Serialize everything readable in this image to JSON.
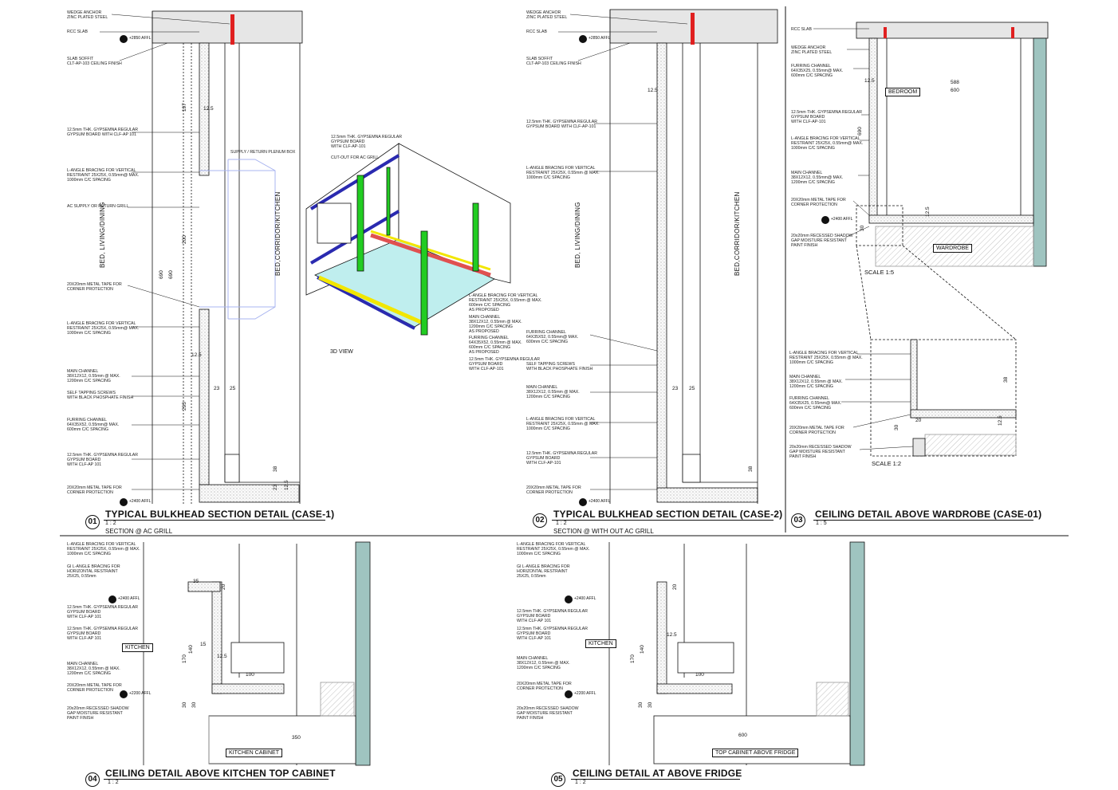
{
  "sheet": {
    "details": [
      {
        "number": "01",
        "title": "TYPICAL BULKHEAD SECTION DETAIL (CASE-1)",
        "scale": "1 : 2",
        "subtitle": "SECTION @ AC GRILL"
      },
      {
        "number": "02",
        "title": "TYPICAL BULKHEAD SECTION DETAIL (CASE-2)",
        "scale": "1 : 2",
        "subtitle": "SECTION @ WITH OUT AC GRILL"
      },
      {
        "number": "03",
        "title": "CEILING DETAIL ABOVE WARDROBE (CASE-01)",
        "scale": "1 : 5",
        "subtitle": ""
      },
      {
        "number": "04",
        "title": "CEILING DETAIL ABOVE KITCHEN TOP CABINET",
        "scale": "1 : 2",
        "subtitle": ""
      },
      {
        "number": "05",
        "title": "CEILING DETAIL AT ABOVE FRIDGE",
        "scale": "1 : 2",
        "subtitle": ""
      }
    ],
    "d1": {
      "labels": [
        "WEDGE ANCHOR\nZINC PLATED STEEL",
        "RCC SLAB",
        "SLAB SOFFIT\nCLT-AP-103 CEILING FINISH",
        "12.5mm THK. GYPSEMNA REGULAR\nGYPSUM BOARD WITH CLF-AP 101",
        "L-ANGLE BRACING FOR VERTICAL\nRESTRAINT 25X25X, 0.55mm@ MAX.\n1000mm C/C SPACING",
        "AC SUPPLY OR RETURN GRILL",
        "20X20mm METAL TAPE FOR\nCORNER PROTECTION",
        "L-ANGLE BRACING FOR VERTICAL\nRESTRAINT 25X25X, 0.55mm@ MAX.\n1000mm C/C SPACING",
        "MAIN CHANNEL\n38X12X12, 0.55mm @ MAX.\n1200mm C/C SPACING",
        "SELF TAPPING SCREWS\nWITH BLACK PHOSPHATE FINISH",
        "FURRING CHANNEL\n64X35X52, 0.55mm@ MAX.\n600mm C/C SPACING",
        "12.5mm THK. GYPSEMNA REGULAR\nGYPSUM BOARD\nWITH CLF-AP 101",
        "20X20mm METAL TAPE FOR\nCORNER PROTECTION"
      ],
      "level_top": "+2850 AFFL",
      "level_bottom": "+2400 AFFL",
      "plenum": "SUPPLY / RETURN PLENUM BOX",
      "left_room": "BED, LIVING/DINING",
      "right_room": "BED,CORRIDOR/KITCHEN",
      "dims": [
        "197",
        "12.5",
        "690",
        "690",
        "200",
        "12.5",
        "293",
        "23",
        "25",
        "38",
        "23",
        "12.5"
      ]
    },
    "iso": {
      "labels": [
        "12.5mm THK. GYPSEMNA REGULAR\nGYPSUM BOARD\nWITH CLF-AP-101",
        "CUT-OUT FOR AC GRILL",
        "L-ANGLE BRACING FOR VERTICAL\nRESTRAINT 25X25X, 0.55mm @ MAX.\n600mm C/C SPACING\nAS PROPOSED",
        "MAIN CHANNEL\n38X12X12, 0.55mm @ MAX.\n1200mm C/C SPACING\nAS PROPOSED",
        "FURRING CHANNEL\n64X35X52, 0.55mm @ MAX.\n600mm C/C SPACING\nAS PROPOSED",
        "12.5mm THK. GYPSEMNA REGULAR\nGYPSUM BOARD\nWITH CLF-AP-101"
      ],
      "caption": "3D VIEW"
    },
    "d2": {
      "labels": [
        "WEDGE ANCHOR\nZINC PLATED STEEL",
        "RCC SLAB",
        "SLAB SOFFIT\nCLT-AP-103 CEILING FINISH",
        "12.5mm THK. GYPSEMNA REGULAR\nGYPSUM BOARD WITH CLF-AP-101",
        "L-ANGLE BRACING FOR VERTICAL\nRESTRAINT 25X25X, 0.55mm @ MAX.\n1000mm C/C SPACING",
        "FURRING CHANNEL\n64X35X52, 0.55mm@ MAX.\n600mm C/C SPACING",
        "SELF TAPPING SCREWS\nWITH BLACK PHOSPHATE FINISH",
        "MAIN CHANNEL\n38X12X12, 0.55mm @ MAX.\n1200mm C/C SPACING",
        "L-ANGLE BRACING FOR VERTICAL\nRESTRAINT 25X25X, 0.55mm @ MAX.\n1000mm C/C SPACING",
        "12.5mm THK. GYPSEMNA REGULAR\nGYPSUM BOARD\nWITH CLF-AP-101",
        "20X20mm METAL TAPE FOR\nCORNER PROTECTION"
      ],
      "level_top": "+2850 AFFL",
      "level_bottom": "+2400 AFFL",
      "left_room": "BED, LIVING/DINING",
      "right_room": "BED,CORRIDOR/KITCHEN",
      "dims": [
        "12.5",
        "23",
        "25",
        "38"
      ]
    },
    "d3": {
      "labels": [
        "RCC SLAB",
        "WEDGE ANCHOR\nZINC PLATED STEEL",
        "FURRING CHANNEL\n64X35X25, 0.55mm@ MAX.\n600mm C/C SPACING",
        "12.5mm THK. GYPSEMNA REGULAR\nGYPSUM BOARD\nWITH CLF-AP-101",
        "L-ANGLE BRACING FOR VERTICAL\nRESTRAINT 25X25X, 0.55mm@ MAX.\n1000mm C/C SPACING",
        "MAIN CHANNEL\n38X12X12, 0.55mm@ MAX.\n1200mm C/C SPACING",
        "20X20mm METAL TAPE FOR\nCORNER PROTECTION",
        "20x20mm RECESSED SHADOW\nGAP MOISTURE RESISTANT\nPAINT FINISH"
      ],
      "enlarged_labels": [
        "L-ANGLE BRACING FOR VERTICAL\nRESTRAINT 25X25X, 0.55mm @ MAX.\n1000mm C/C SPACING",
        "MAIN CHANNEL\n38X12X12, 0.55mm @ MAX.\n1200mm C/C SPACING",
        "FURRING CHANNEL\n64X35X25, 0.55mm@ MAX.\n600mm C/C SPACING",
        "20X20mm METAL TAPE FOR\nCORNER PROTECTION",
        "20x20mm RECESSED SHADOW\nGAP MOISTURE RESISTANT\nPAINT FINISH"
      ],
      "room_top": "BEDROOM",
      "room_bottom": "WARDROBE",
      "level": "+2400 AFFL",
      "scale_a": "SCALE 1:5",
      "scale_b": "SCALE 1:2",
      "dims": [
        "588",
        "600",
        "12.5",
        "690",
        "12.5",
        "30",
        "38",
        "20",
        "30",
        "12.5"
      ]
    },
    "d4": {
      "labels": [
        "L-ANGLE BRACING FOR VERTICAL\nRESTRAINT 25X25X, 0.55mm @ MAX.\n1000mm C/C SPACING",
        "GI L-ANGLE BRACING FOR\nHORIZONTAL RESTRAINT\n25X25, 0.55mm",
        "12.5mm THK. GYPSEMNA REGULAR\nGYPSUM BOARD\nWITH CLF-AP 101",
        "12.5mm THK. GYPSEMNA REGULAR\nGYPSUM BOARD\nWITH CLF-AP 101",
        "MAIN CHANNEL\n38X12X12, 0.55mm @ MAX.\n1200mm C/C SPACING",
        "20X20mm METAL TAPE FOR\nCORNER PROTECTION",
        "20x20mm RECESSED SHADOW\nGAP MOISTURE RESISTANT\nPAINT FINISH"
      ],
      "level_top": "+2400 AFFL",
      "level_bottom": "+2200 AFFL",
      "room": "KITCHEN",
      "cabinet": "KITCHEN CABINET",
      "dims": [
        "35",
        "20",
        "170",
        "140",
        "15",
        "12.5",
        "100",
        "30",
        "30",
        "350"
      ]
    },
    "d5": {
      "labels": [
        "L-ANGLE BRACING FOR VERTICAL\nRESTRAINT 25X25X, 0.55mm @ MAX.\n1000mm C/C SPACING",
        "GI L-ANGLE BRACING FOR\nHORIZONTAL RESTRAINT\n25X25, 0.55mm",
        "12.5mm THK. GYPSEMNA REGULAR\nGYPSUM BOARD\nWITH CLF-AP 101",
        "12.5mm THK. GYPSEMNA REGULAR\nGYPSUM BOARD\nWITH CLF-AP 101",
        "MAIN CHANNEL\n38X12X12, 0.55mm @ MAX.\n1200mm C/C SPACING",
        "20X20mm METAL TAPE FOR\nCORNER PROTECTION",
        "20x20mm RECESSED SHADOW\nGAP MOISTURE RESISTANT\nPAINT FINISH"
      ],
      "level_top": "+2400 AFFL",
      "level_bottom": "+2200 AFFL",
      "room": "KITCHEN",
      "cabinet": "TOP CABINET ABOVE FRIDGE",
      "dims": [
        "20",
        "170",
        "140",
        "12.5",
        "100",
        "30",
        "30",
        "600"
      ]
    },
    "colors": {
      "line": "#111111",
      "slab": "#e6e6e6",
      "anchor": "#e02020",
      "iso_blue": "#2a2ab0",
      "iso_green": "#22cc22",
      "iso_yellow": "#f2e600",
      "iso_red": "#e05050",
      "iso_cyan": "#bfeeee",
      "wall_green": "#9fc4c0",
      "ghost_blue": "#a8b4f0"
    }
  }
}
